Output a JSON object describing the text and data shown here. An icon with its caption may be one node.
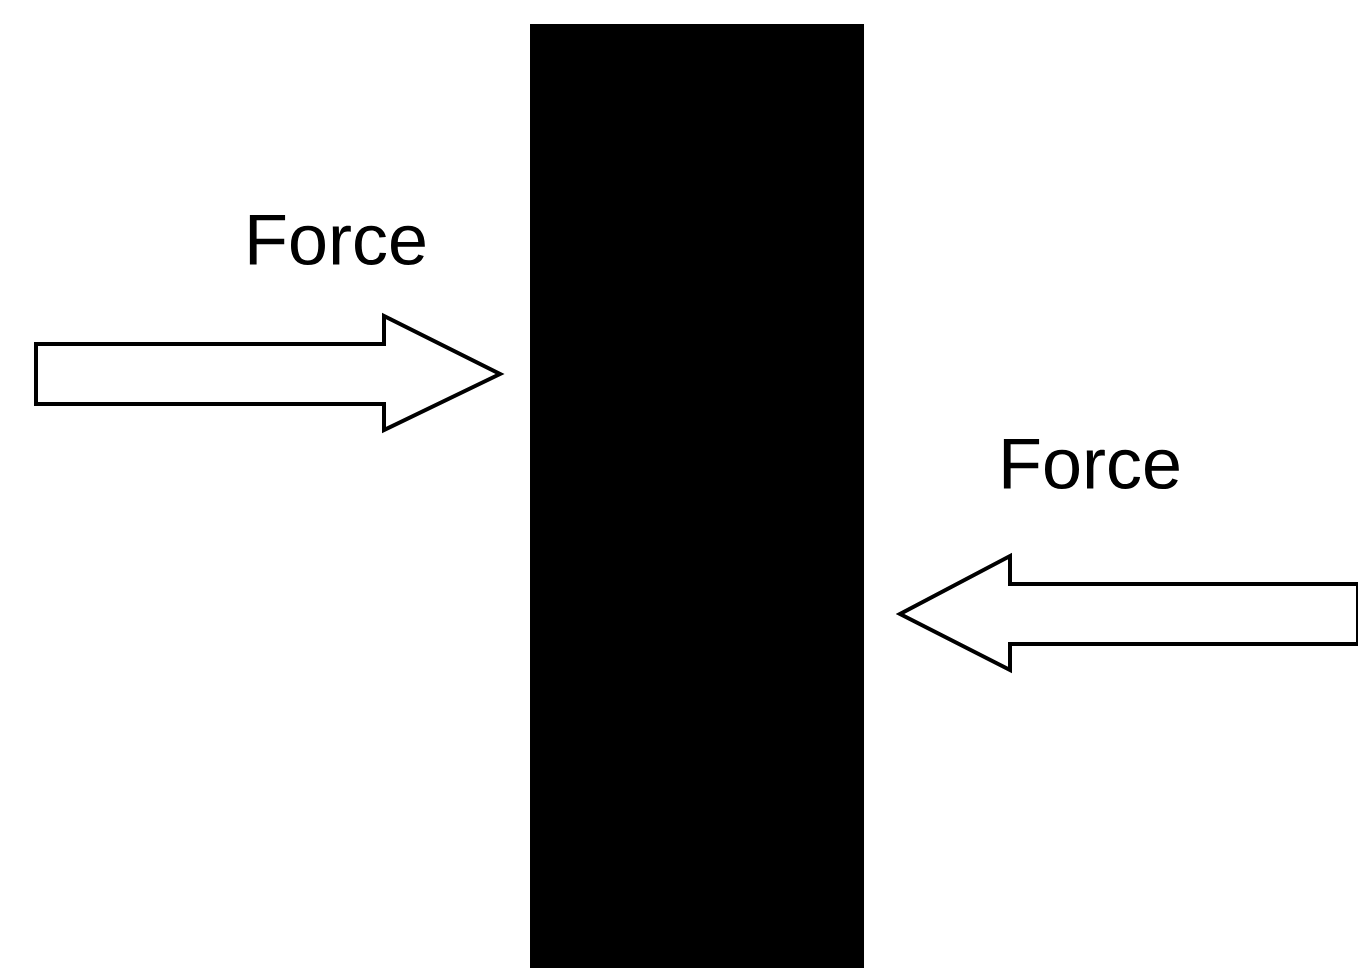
{
  "diagram": {
    "nodes": [
      {
        "text": [],
        "shape": "bar"
      }
    ],
    "labels": [
      "Force",
      "Force"
    ]
  }
}
